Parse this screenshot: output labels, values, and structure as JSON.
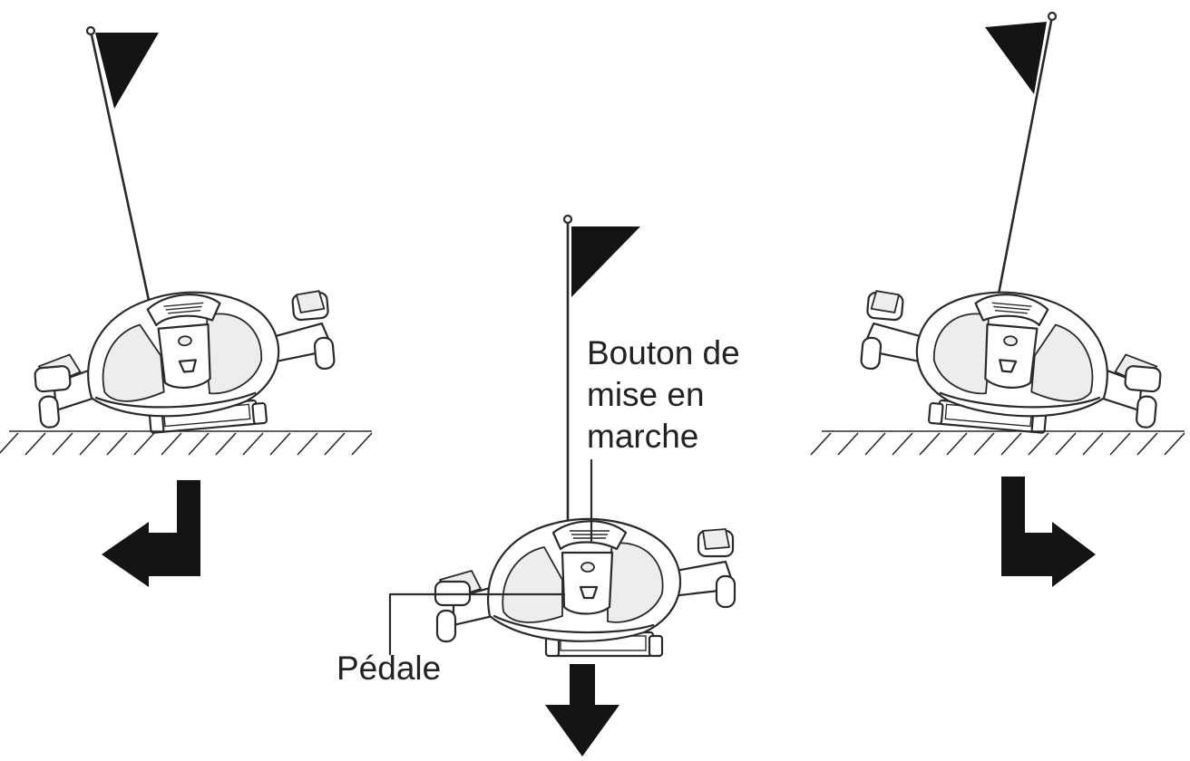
{
  "labels": {
    "power_button_line1": "Bouton de",
    "power_button_line2": "mise en",
    "power_button_line3": "marche",
    "pedal": "Pédale"
  },
  "icons": {
    "left_turn": "arrow-turn-left-icon",
    "straight": "arrow-down-icon",
    "right_turn": "arrow-turn-right-icon"
  },
  "colors": {
    "line": "#2a2a2a",
    "fill_dark": "#141414",
    "background": "#ffffff"
  }
}
